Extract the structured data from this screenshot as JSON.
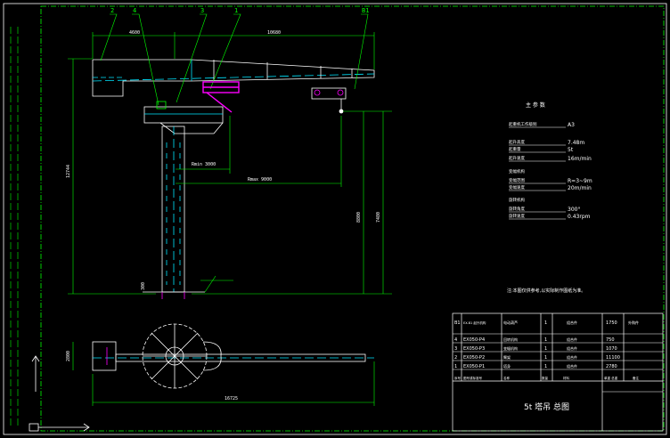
{
  "part_labels": {
    "p2": "2",
    "p4": "4",
    "p3": "3",
    "p1": "1",
    "pb1": "B1"
  },
  "dims": {
    "left_span": "4600",
    "right_span": "10680",
    "rmin": "Rmin 3000",
    "rmax": "Rmax 9000",
    "height": "12744",
    "h2": "8800",
    "h3": "7480",
    "base": "300",
    "plan_h": "2800",
    "plan_w": "16725"
  },
  "params": {
    "title": "主 参 数",
    "rows": [
      {
        "label": "起重机工作级别",
        "value": "A3"
      },
      {
        "label": "起升高度",
        "value": "7.48m"
      },
      {
        "label": "起重量",
        "value": "5t"
      },
      {
        "label": "起升速度",
        "value": "16m/min"
      },
      {
        "label": "变幅机构",
        "value": ""
      },
      {
        "label": "变幅范围",
        "value": "R=3~9m"
      },
      {
        "label": "变幅速度",
        "value": "20m/min"
      },
      {
        "label": "旋转机构",
        "value": ""
      },
      {
        "label": "旋转角度",
        "value": "300°"
      },
      {
        "label": "旋转速度",
        "value": "0.43rpm"
      }
    ],
    "note": "注:本图仅供参考,以实际制作图纸为准。"
  },
  "bom": {
    "rows": [
      {
        "no": "B1",
        "code": "EX-B1 起升机构",
        "name": "电动葫芦",
        "qty": "1",
        "mat": "组合件",
        "wt": "1750",
        "rem": "外购件"
      },
      {
        "no": "4",
        "code": "EX050-P4",
        "name": "回转机构",
        "qty": "1",
        "mat": "组合件",
        "wt": "750",
        "rem": ""
      },
      {
        "no": "3",
        "code": "EX050-P3",
        "name": "变幅机构",
        "qty": "1",
        "mat": "组合件",
        "wt": "1070",
        "rem": ""
      },
      {
        "no": "2",
        "code": "EX050-P2",
        "name": "臂架",
        "qty": "1",
        "mat": "组合件",
        "wt": "11100",
        "rem": ""
      },
      {
        "no": "1",
        "code": "EX050-P1",
        "name": "塔身",
        "qty": "1",
        "mat": "组合件",
        "wt": "2780",
        "rem": ""
      }
    ],
    "headers": {
      "no": "序号",
      "code": "图号或标准号",
      "name": "名称",
      "qty": "数量",
      "mat": "材料",
      "wt": "单重 总重",
      "rem": "备注"
    },
    "title": "5t 塔吊 总图"
  }
}
